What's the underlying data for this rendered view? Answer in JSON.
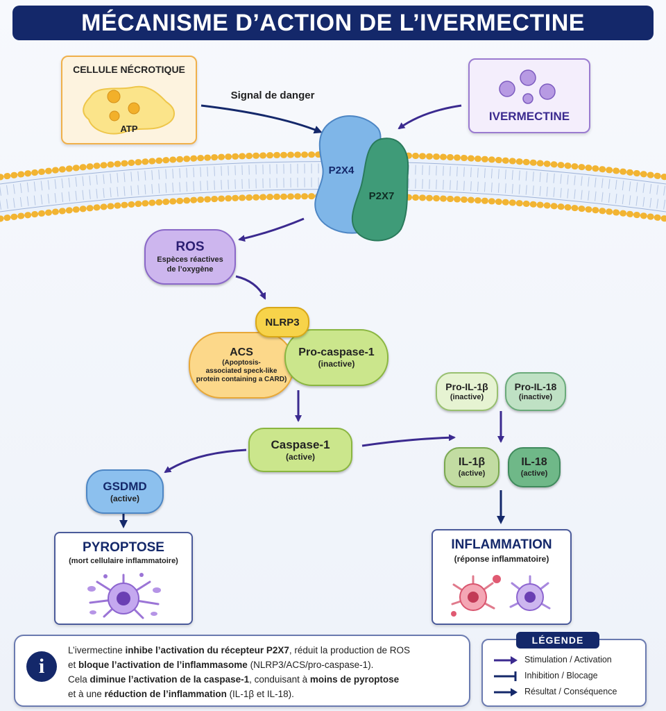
{
  "title": "MÉCANISME D’ACTION DE L’IVERMECTINE",
  "necrotic_cell": {
    "label": "CELLULE NÉCROTIQUE",
    "atp": "ATP"
  },
  "danger_signal": "Signal de danger",
  "ivermectin": {
    "label": "IVERMECTINE"
  },
  "receptors": {
    "p2x4": "P2X4",
    "p2x7": "P2X7"
  },
  "ros": {
    "label": "ROS",
    "desc_line1": "Espèces réactives",
    "desc_line2": "de l’oxygène"
  },
  "nlrp3": {
    "label": "NLRP3"
  },
  "acs": {
    "label": "ACS",
    "line1": "(Apoptosis-",
    "line2": "associated speck-like",
    "line3": "protein containing a CARD)"
  },
  "procaspase": {
    "label": "Pro-caspase-1",
    "state": "(inactive)"
  },
  "caspase": {
    "label": "Caspase-1",
    "state": "(active)"
  },
  "gsdmd": {
    "label": "GSDMD",
    "state": "(active)"
  },
  "pro_il1b": {
    "label": "Pro-IL-1β",
    "state": "(inactive)"
  },
  "pro_il18": {
    "label": "Pro-IL-18",
    "state": "(inactive)"
  },
  "il1b": {
    "label": "IL-1β",
    "state": "(active)"
  },
  "il18": {
    "label": "IL-18",
    "state": "(active)"
  },
  "pyroptose": {
    "label": "PYROPTOSE",
    "desc": "(mort cellulaire inflammatoire)"
  },
  "inflammation": {
    "label": "INFLAMMATION",
    "desc": "(réponse inflammatoire)"
  },
  "info": {
    "icon": "info-icon",
    "l1a": "L’ivermectine ",
    "l1b": "inhibe l’activation du récepteur P2X7",
    "l1c": ", réduit la production de ROS",
    "l2a": "et ",
    "l2b": "bloque l’activation de l’inflammasome",
    "l2c": " (NLRP3/ACS/pro-caspase-1).",
    "l3a": "Cela ",
    "l3b": "diminue l’activation de la caspase-1",
    "l3c": ", conduisant à ",
    "l3d": "moins de pyroptose",
    "l4a": "et à une ",
    "l4b": "réduction de l’inflammation",
    "l4c": " (IL-1β et IL-18)."
  },
  "legend": {
    "title": "LÉGENDE",
    "items": [
      {
        "label": "Stimulation / Activation",
        "color": "#3b2a8f"
      },
      {
        "label": "Inhibition / Blocage",
        "color": "#14286a"
      },
      {
        "label": "Résultat / Conséquence",
        "color": "#14286a"
      }
    ]
  }
}
